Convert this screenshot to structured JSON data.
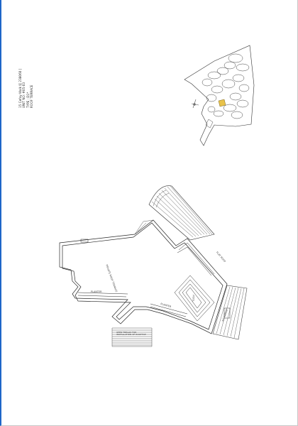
{
  "title_block": {
    "line1": "15 Cefay Walk §[ 238060 ]",
    "line2": "UNIT NO: #05-03",
    "line3": "TYPE : D1*",
    "line4": "ROOF TERRACE"
  },
  "plan_labels": {
    "terrace": "PRIVATE ROOF TERRACE",
    "planter_left": "PLANTER",
    "planter_mid": "PLANTER",
    "pool": "POOL",
    "pergola": "OPEN TRELLIS FOR INSTALLATION OF ROOFTOP",
    "service": "FLAT ROOF",
    "ac": "A/C LEDGE"
  },
  "colors": {
    "sheet_edge": "#1e66c8",
    "line": "#2a2a2a",
    "unit_highlight": "#e8c24a"
  }
}
